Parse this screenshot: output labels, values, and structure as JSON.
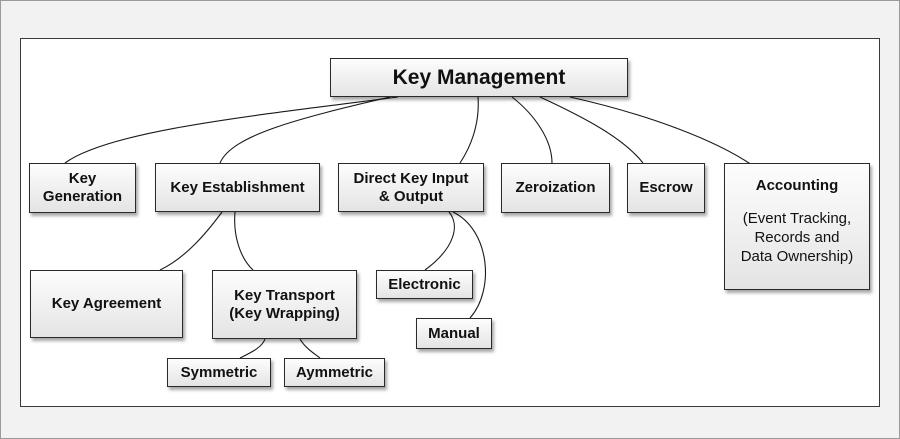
{
  "diagram": {
    "root": "Key Management",
    "nodes": {
      "key_generation": "Key\nGeneration",
      "key_establishment": "Key Establishment",
      "direct_key_io": "Direct Key Input\n& Output",
      "zeroization": "Zeroization",
      "escrow": "Escrow",
      "accounting": "Accounting",
      "accounting_detail": "(Event Tracking,\nRecords and\nData Ownership)",
      "key_agreement": "Key Agreement",
      "key_transport": "Key Transport\n(Key Wrapping)",
      "electronic": "Electronic",
      "manual": "Manual",
      "symmetric": "Symmetric",
      "aymmetric": "Aymmetric"
    },
    "edges": [
      [
        "Key Management",
        "Key Generation"
      ],
      [
        "Key Management",
        "Key Establishment"
      ],
      [
        "Key Management",
        "Direct Key Input & Output"
      ],
      [
        "Key Management",
        "Zeroization"
      ],
      [
        "Key Management",
        "Escrow"
      ],
      [
        "Key Management",
        "Accounting"
      ],
      [
        "Key Establishment",
        "Key Agreement"
      ],
      [
        "Key Establishment",
        "Key Transport (Key Wrapping)"
      ],
      [
        "Direct Key Input & Output",
        "Electronic"
      ],
      [
        "Direct Key Input & Output",
        "Manual"
      ],
      [
        "Key Transport (Key Wrapping)",
        "Symmetric"
      ],
      [
        "Key Transport (Key Wrapping)",
        "Aymmetric"
      ]
    ]
  }
}
